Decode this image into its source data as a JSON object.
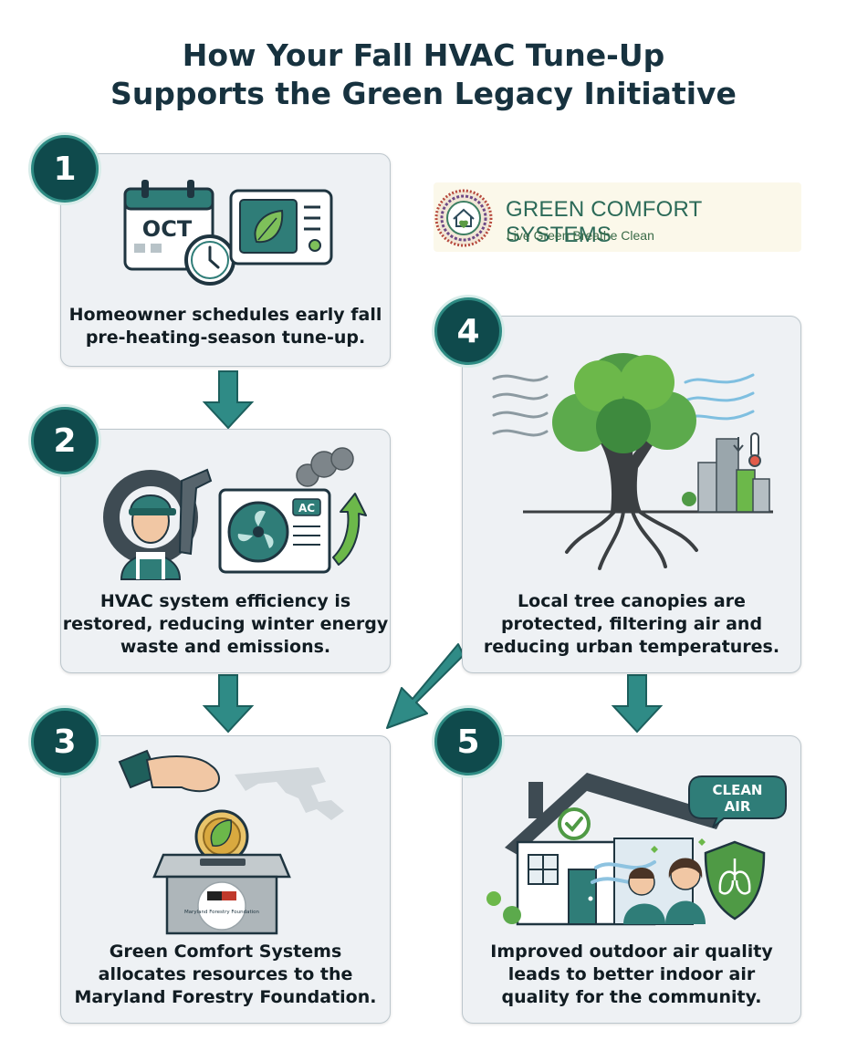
{
  "title": {
    "line1": "How Your Fall HVAC Tune-Up",
    "line2": "Supports the Green Legacy Initiative"
  },
  "logo": {
    "name": "GREEN COMFORT SYSTEMS",
    "tagline": "Live Green Breathe Clean"
  },
  "steps": [
    {
      "number": "1",
      "lines": [
        "Homeowner schedules early fall",
        "pre-heating-season tune-up."
      ],
      "calendar_month": "OCT",
      "icons": [
        "calendar-icon",
        "clock-icon",
        "thermostat-leaf-icon"
      ]
    },
    {
      "number": "2",
      "lines": [
        "HVAC system efficiency is",
        "restored, reducing winter energy",
        "waste and emissions."
      ],
      "unit_label": "AC",
      "icons": [
        "technician-icon",
        "gear-icon",
        "wrench-icon",
        "ac-unit-icon",
        "smoke-icon",
        "up-arrow-icon"
      ]
    },
    {
      "number": "3",
      "lines": [
        "Green Comfort Systems",
        "allocates resources to the",
        "Maryland Forestry Foundation."
      ],
      "box_sticker": "Maryland Forestry Foundation",
      "icons": [
        "hand-icon",
        "leaf-coin-icon",
        "maryland-map-icon",
        "donation-box-icon"
      ]
    },
    {
      "number": "4",
      "lines": [
        "Local tree canopies are",
        "protected, filtering air and",
        "reducing urban temperatures."
      ],
      "icons": [
        "tree-icon",
        "wind-icon",
        "city-icon",
        "thermometer-icon"
      ]
    },
    {
      "number": "5",
      "lines": [
        "Improved outdoor air quality",
        "leads to better indoor air",
        "quality for the community."
      ],
      "bubble": [
        "CLEAN",
        "AIR"
      ],
      "icons": [
        "house-icon",
        "check-icon",
        "family-icon",
        "lungs-shield-icon",
        "breeze-icon"
      ]
    }
  ],
  "colors": {
    "title": "#17323f",
    "badge": "#0f4a4c",
    "card_bg": "#eef1f4",
    "accent_green": "#4f9a45",
    "teal": "#2f7d78"
  }
}
